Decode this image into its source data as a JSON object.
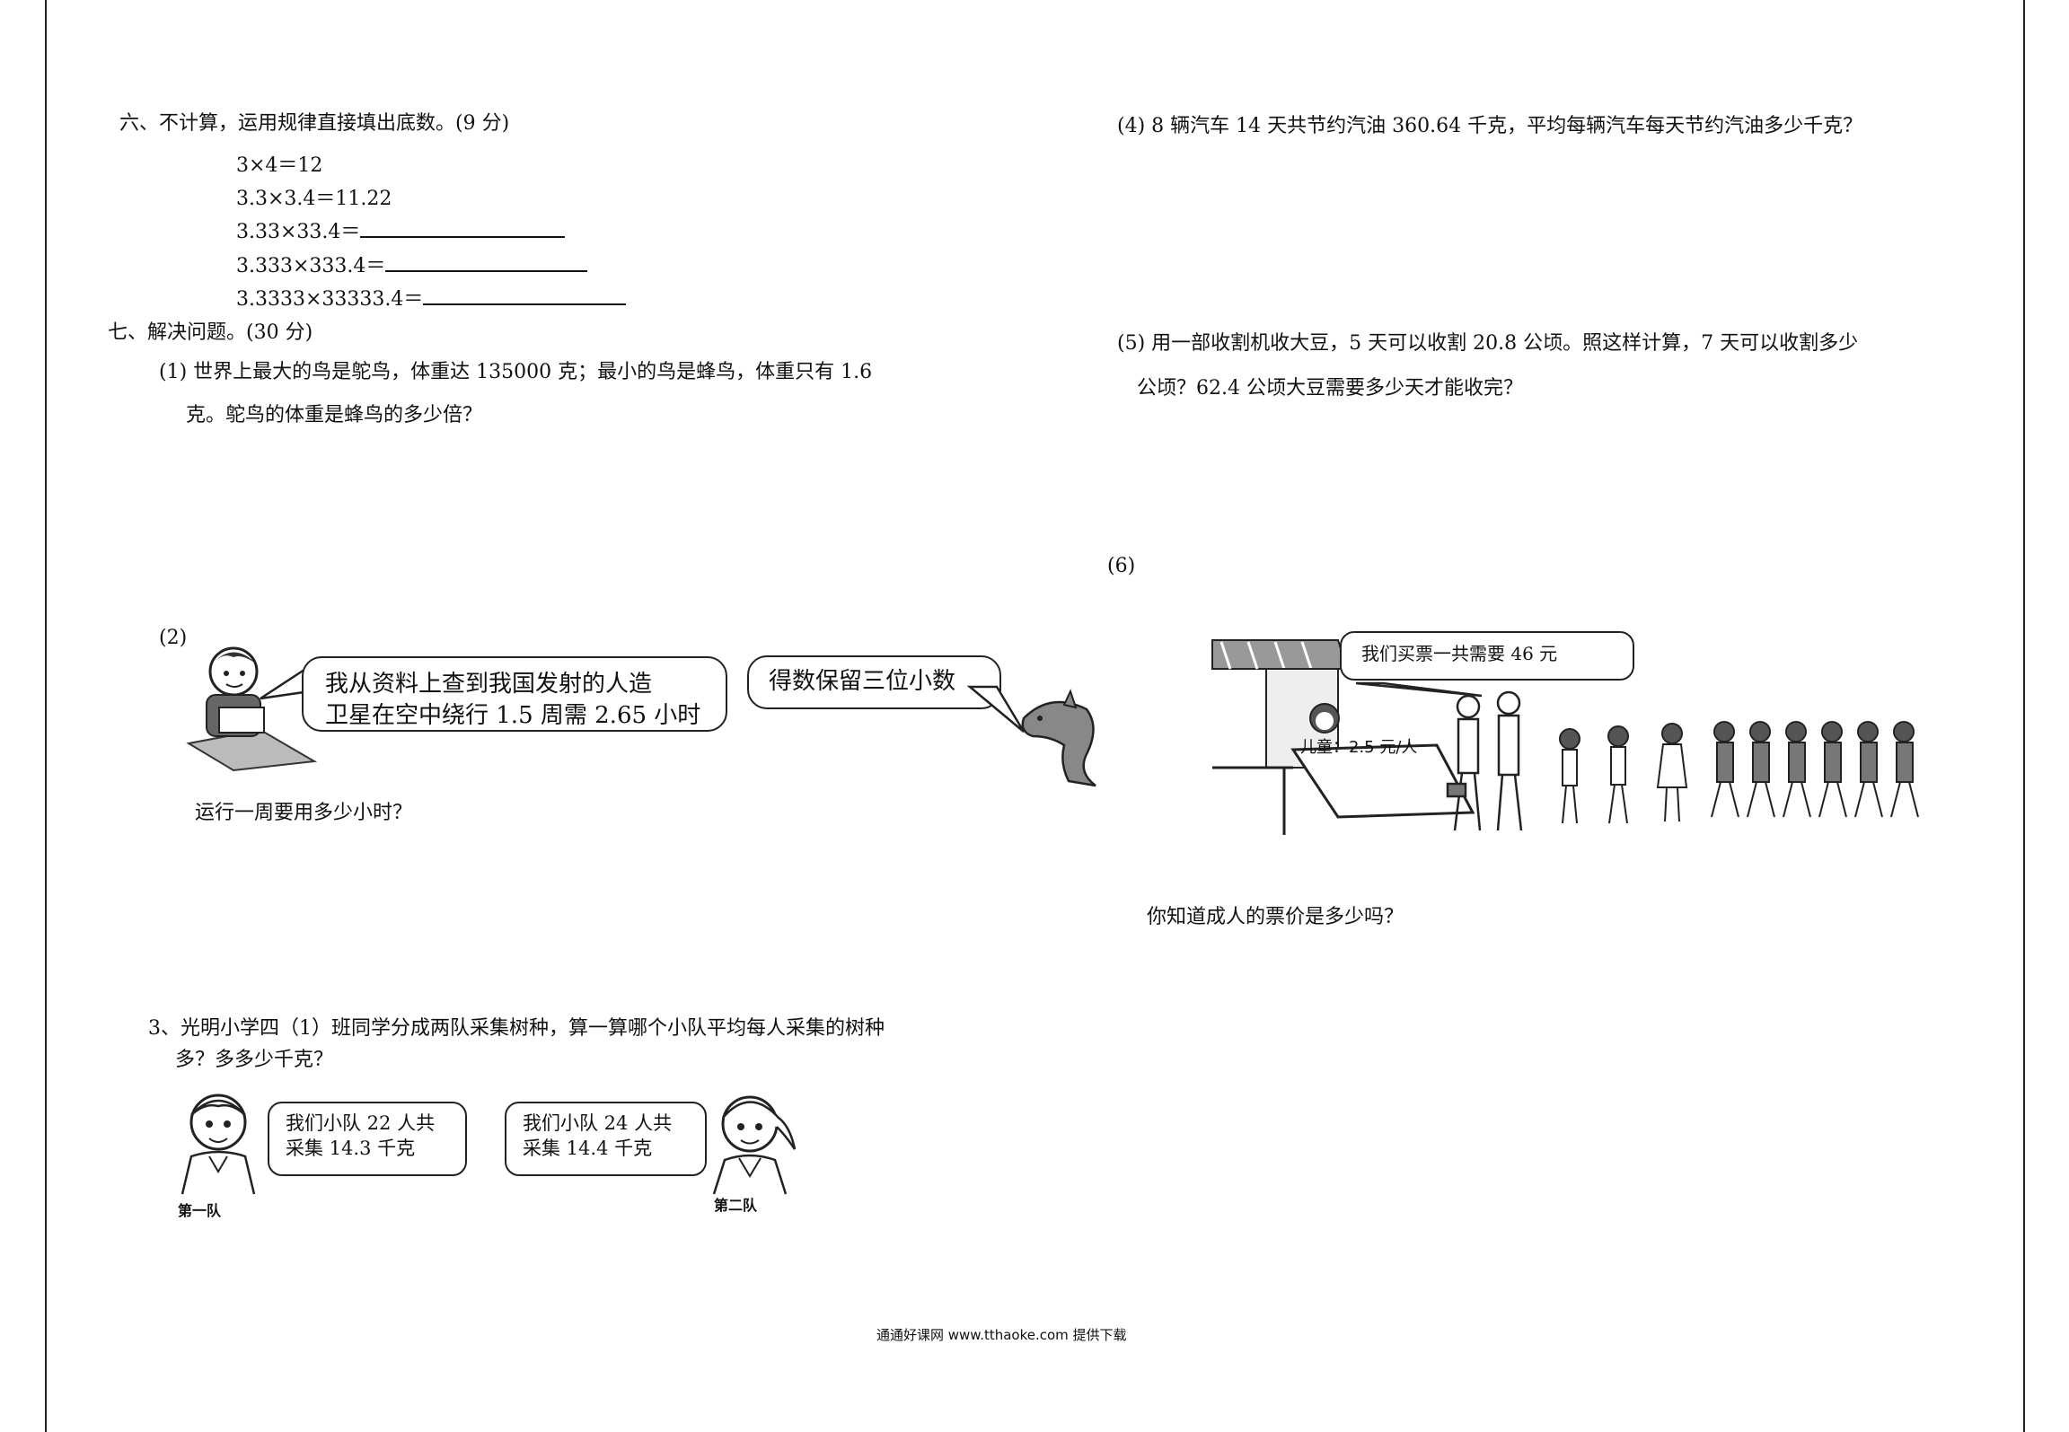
{
  "section6": {
    "heading": "六、不计算，运用规律直接填出底数。(9 分)",
    "line1": "3×4＝12",
    "line2": "3.3×3.4＝11.22",
    "line3": "3.33×33.4＝",
    "line4": "3.333×333.4＝",
    "line5": "3.3333×33333.4＝"
  },
  "section7": {
    "heading": "七、解决问题。(30 分)",
    "q1_line1": "(1) 世界上最大的鸟是鸵鸟，体重达 135000 克；最小的鸟是蜂鸟，体重只有 1.6",
    "q1_line2": "克。鸵鸟的体重是蜂鸟的多少倍？",
    "q2_label": "(2)",
    "q2_bubble1_line1": "我从资料上查到我国发射的人造",
    "q2_bubble1_line2": "卫星在空中绕行 1.5 周需 2.65 小时",
    "q2_bubble2": "得数保留三位小数",
    "q2_question": "运行一周要用多少小时？",
    "q3_line1": "3、光明小学四（1）班同学分成两队采集树种，算一算哪个小队平均每人采集的树种",
    "q3_line2": "多？多多少千克？",
    "q3_bubble1_line1": "我们小队 22 人共",
    "q3_bubble1_line2": "采集 14.3 千克",
    "q3_bubble2_line1": "我们小队 24 人共",
    "q3_bubble2_line2": "采集 14.4 千克",
    "q3_team1": "第一队",
    "q3_team2": "第二队",
    "q4": "(4) 8 辆汽车 14 天共节约汽油 360.64 千克，平均每辆汽车每天节约汽油多少千克？",
    "q5_line1": "(5) 用一部收割机收大豆，5 天可以收割 20.8 公顷。照这样计算，7 天可以收割多少",
    "q5_line2": "公顷？62.4 公顷大豆需要多少天才能收完？",
    "q6_label": "(6)",
    "q6_bubble": "我们买票一共需要 46 元",
    "q6_sign": "儿童：2.5 元/人",
    "q6_question": "你知道成人的票价是多少吗？"
  },
  "footer": "通通好课网 www.tthaoke.com 提供下载"
}
